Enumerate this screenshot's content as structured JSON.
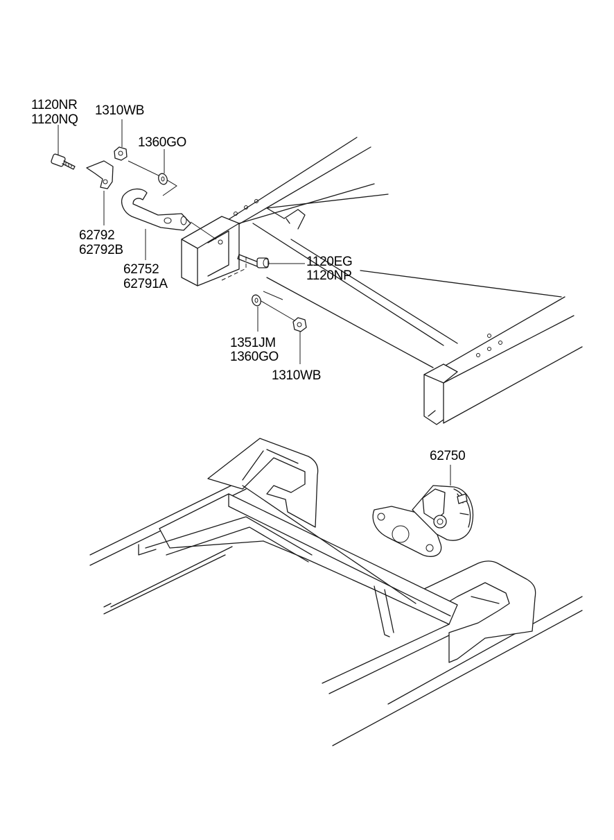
{
  "labels": {
    "bolt_a": [
      "1120NR",
      "1120NQ"
    ],
    "nut_top": "1310WB",
    "washer_top": "1360GO",
    "bracket": [
      "62792",
      "62792B"
    ],
    "hook": [
      "62752",
      "62791A"
    ],
    "bolt_b": [
      "1120EG",
      "1120NP"
    ],
    "washer_bottom": [
      "1351JM",
      "1360GO"
    ],
    "nut_bottom": "1310WB",
    "tow_hitch": "62750"
  },
  "colors": {
    "line": "#1a1a1a",
    "background": "#ffffff"
  }
}
